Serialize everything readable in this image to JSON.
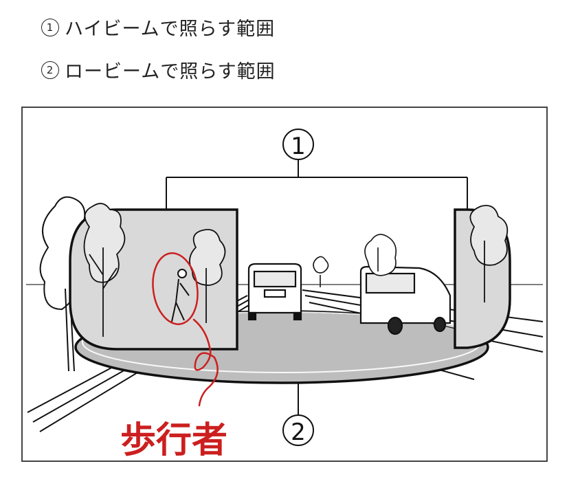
{
  "legend": {
    "item1": {
      "number": "1",
      "text": "ハイビームで照らす範囲"
    },
    "item2": {
      "number": "2",
      "text": "ロービームで照らす範囲"
    }
  },
  "diagram": {
    "callout_1": "1",
    "callout_2": "2",
    "handwritten_label": "歩行者"
  },
  "colors": {
    "annotation_red": "#cc1f1f",
    "high_beam_fill": "#d9d9d9",
    "low_beam_fill": "#bdbdbd",
    "line": "#111111"
  }
}
